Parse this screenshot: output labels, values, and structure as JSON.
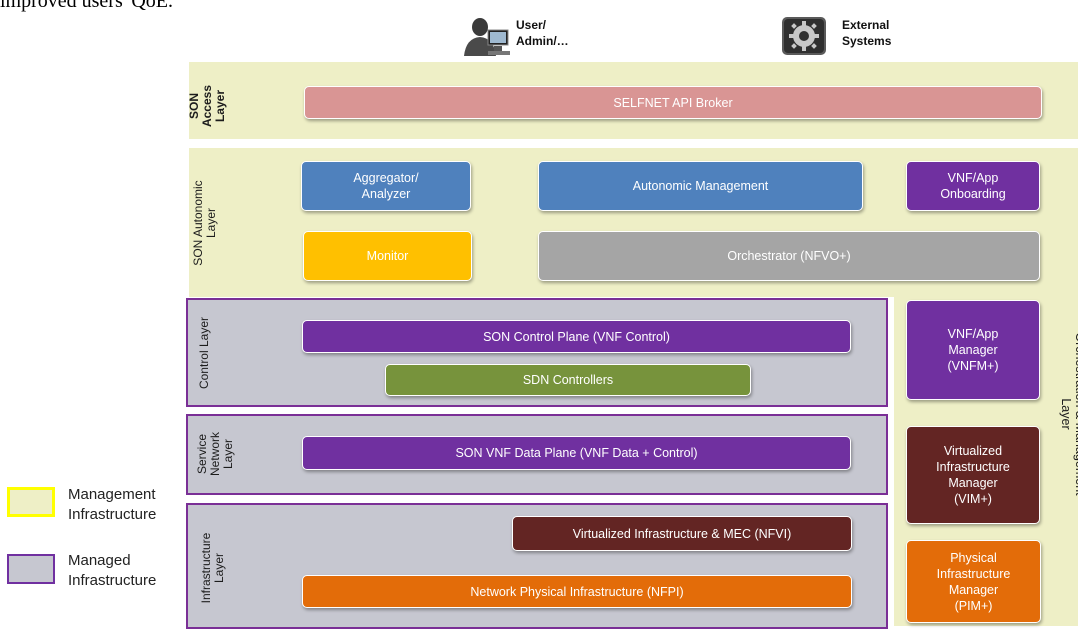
{
  "top_text": "improved users' QoE.",
  "actors": {
    "user": {
      "label": "User/\nAdmin/…",
      "icon": "user-at-computer-icon"
    },
    "external": {
      "label": "External\nSystems",
      "icon": "gears-icon"
    }
  },
  "layers": {
    "access": {
      "label": "SON\nAccess\nLayer"
    },
    "autonomic": {
      "label": "SON Autonomic\nLayer"
    },
    "control": {
      "label": "Control Layer"
    },
    "service": {
      "label": "Service\nNetwork\nLayer"
    },
    "infrastructure": {
      "label": "Infrastructure\nLayer"
    },
    "orchestration": {
      "label": "Orchestration & Management\nLayer"
    }
  },
  "boxes": {
    "api_broker": {
      "label": "SELFNET API Broker",
      "color": "#d99594"
    },
    "aggregator": {
      "label": "Aggregator/\nAnalyzer",
      "color": "#4f81bd"
    },
    "autonomic_mgmt": {
      "label": "Autonomic Management",
      "color": "#4f81bd"
    },
    "vnf_onboarding": {
      "label": "VNF/App\nOnboarding",
      "color": "#7030a0"
    },
    "monitor": {
      "label": "Monitor",
      "color": "#ffc000"
    },
    "orchestrator": {
      "label": "Orchestrator (NFVO+)",
      "color": "#a5a5a5"
    },
    "son_control_plane": {
      "label": "SON Control Plane (VNF Control)",
      "color": "#7030a0"
    },
    "sdn_controllers": {
      "label": "SDN Controllers",
      "color": "#77933c"
    },
    "vnf_manager": {
      "label": "VNF/App\nManager\n(VNFM+)",
      "color": "#7030a0"
    },
    "son_vnf_data_plane": {
      "label": "SON VNF Data Plane (VNF Data + Control)",
      "color": "#7030a0"
    },
    "vim": {
      "label": "Virtualized\nInfrastructure\nManager\n(VIM+)",
      "color": "#632523"
    },
    "nfvi": {
      "label": "Virtualized Infrastructure & MEC (NFVI)",
      "color": "#632523"
    },
    "nfpi": {
      "label": "Network Physical Infrastructure (NFPI)",
      "color": "#e36c09"
    },
    "pim": {
      "label": "Physical\nInfrastructure\nManager\n(PIM+)",
      "color": "#e36c09"
    }
  },
  "legend": {
    "management": {
      "label": "Management\nInfrastructure",
      "fill": "#eeefc6",
      "border": "#ffff00"
    },
    "managed": {
      "label": "Managed\nInfrastructure",
      "fill": "#c6c7d0",
      "border": "#7030a0"
    }
  }
}
